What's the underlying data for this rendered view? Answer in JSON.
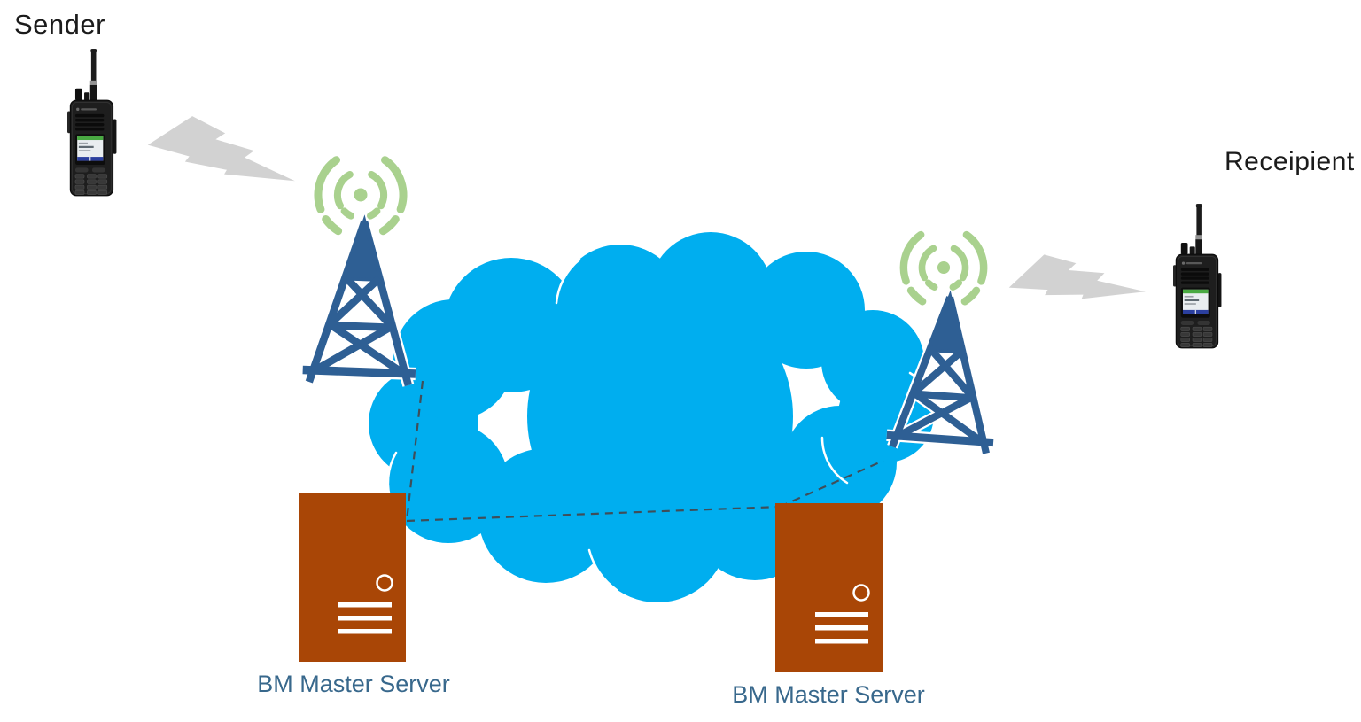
{
  "labels": {
    "sender": "Sender",
    "recipient": "Receipient",
    "server_left": "BM Master Server",
    "server_right": "BM Master Server"
  },
  "colors": {
    "cloud": "#00AEEF",
    "tower": "#2E5F94",
    "signal": "#A9D18E",
    "server": "#A94606",
    "bolt": "#D2D2D2",
    "dash": "#3F4E59",
    "label": "#38688C",
    "text": "#1B1B1B",
    "background": "#FFFFFF"
  },
  "icons": [
    {
      "name": "sender-radio-icon",
      "meaning": "handheld walkie-talkie radio (sender)"
    },
    {
      "name": "signal-bolt-left-icon",
      "meaning": "radio transmission bolt sender to tower"
    },
    {
      "name": "radio-tower-left-icon",
      "meaning": "lattice radio tower (left site)"
    },
    {
      "name": "signal-waves-left-icon",
      "meaning": "broadcast waves above left tower"
    },
    {
      "name": "internet-cloud-icon",
      "meaning": "IP network cloud"
    },
    {
      "name": "network-link-dashed",
      "meaning": "dashed links tower-server-server-tower"
    },
    {
      "name": "server-left-icon",
      "meaning": "BM master server tower case (left)"
    },
    {
      "name": "server-right-icon",
      "meaning": "BM master server tower case (right)"
    },
    {
      "name": "radio-tower-right-icon",
      "meaning": "lattice radio tower (right site)"
    },
    {
      "name": "signal-waves-right-icon",
      "meaning": "broadcast waves above right tower"
    },
    {
      "name": "signal-bolt-right-icon",
      "meaning": "radio transmission bolt tower to recipient"
    },
    {
      "name": "recipient-radio-icon",
      "meaning": "handheld walkie-talkie radio (recipient)"
    }
  ]
}
